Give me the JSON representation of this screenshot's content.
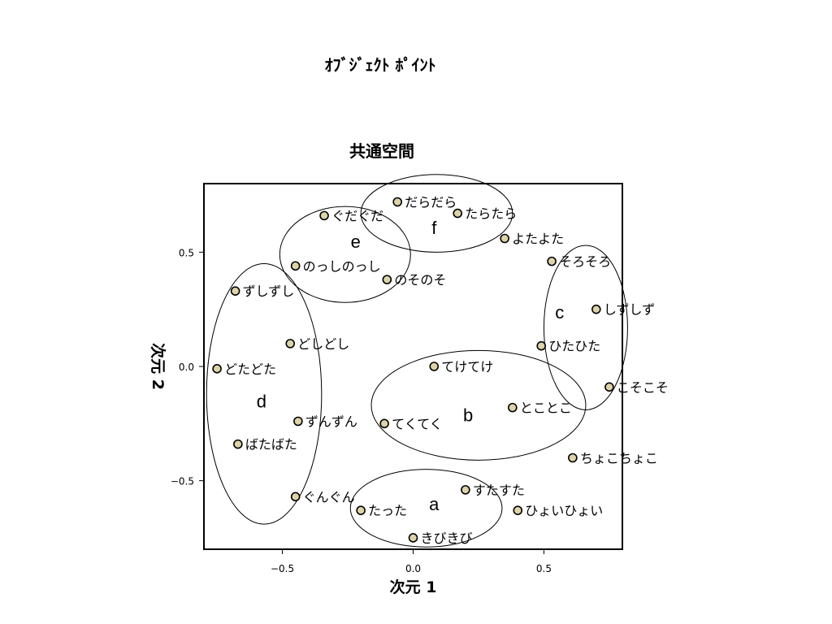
{
  "page_title": "ｵﾌﾞｼﾞｪｸﾄ ﾎﾟｲﾝﾄ",
  "chart_data": {
    "type": "scatter",
    "title": "共通空間",
    "xlabel": "次元 1",
    "ylabel": "次元 2",
    "xlim": [
      -0.8,
      0.8
    ],
    "ylim": [
      -0.8,
      0.8
    ],
    "xticks": [
      -0.5,
      0.0,
      0.5
    ],
    "yticks": [
      -0.5,
      0.0,
      0.5
    ],
    "xtick_labels": [
      "−0.5",
      "0.0",
      "0.5"
    ],
    "ytick_labels": [
      "−0.5",
      "0.0",
      "0.5"
    ],
    "grid": false,
    "marker_fill": "#ddd3a8",
    "points": [
      {
        "label": "だらだら",
        "x": -0.06,
        "y": 0.72
      },
      {
        "label": "ぐだぐだ",
        "x": -0.34,
        "y": 0.66
      },
      {
        "label": "たらたら",
        "x": 0.17,
        "y": 0.67
      },
      {
        "label": "よたよた",
        "x": 0.35,
        "y": 0.56
      },
      {
        "label": "のっしのっし",
        "x": -0.45,
        "y": 0.44
      },
      {
        "label": "そろそろ",
        "x": 0.53,
        "y": 0.46
      },
      {
        "label": "のそのそ",
        "x": -0.1,
        "y": 0.38
      },
      {
        "label": "ずしずし",
        "x": -0.68,
        "y": 0.33
      },
      {
        "label": "しずしず",
        "x": 0.7,
        "y": 0.25
      },
      {
        "label": "どしどし",
        "x": -0.47,
        "y": 0.1
      },
      {
        "label": "ひたひた",
        "x": 0.49,
        "y": 0.09
      },
      {
        "label": "どたどた",
        "x": -0.75,
        "y": -0.01
      },
      {
        "label": "てけてけ",
        "x": 0.08,
        "y": 0.0
      },
      {
        "label": "こそこそ",
        "x": 0.75,
        "y": -0.09
      },
      {
        "label": "とことこ",
        "x": 0.38,
        "y": -0.18
      },
      {
        "label": "ずんずん",
        "x": -0.44,
        "y": -0.24
      },
      {
        "label": "てくてく",
        "x": -0.11,
        "y": -0.25
      },
      {
        "label": "ばたばた",
        "x": -0.67,
        "y": -0.34
      },
      {
        "label": "ちょこちょこ",
        "x": 0.61,
        "y": -0.4
      },
      {
        "label": "すたすた",
        "x": 0.2,
        "y": -0.54
      },
      {
        "label": "ぐんぐん",
        "x": -0.45,
        "y": -0.57
      },
      {
        "label": "たった",
        "x": -0.2,
        "y": -0.63
      },
      {
        "label": "ひょいひょい",
        "x": 0.4,
        "y": -0.63
      },
      {
        "label": "きびきび",
        "x": 0.0,
        "y": -0.75
      }
    ],
    "clusters": [
      {
        "label": "a",
        "cx": 0.05,
        "cy": -0.62,
        "rx": 0.29,
        "ry": 0.17
      },
      {
        "label": "b",
        "cx": 0.25,
        "cy": -0.17,
        "rx": 0.41,
        "ry": 0.24
      },
      {
        "label": "c",
        "cx": 0.66,
        "cy": 0.17,
        "rx": 0.16,
        "ry": 0.36
      },
      {
        "label": "d",
        "cx": -0.57,
        "cy": -0.12,
        "rx": 0.22,
        "ry": 0.57
      },
      {
        "label": "e",
        "cx": -0.26,
        "cy": 0.49,
        "rx": 0.25,
        "ry": 0.21
      },
      {
        "label": "f",
        "cx": 0.09,
        "cy": 0.67,
        "rx": 0.29,
        "ry": 0.17
      }
    ],
    "cluster_label_pos": [
      {
        "label": "a",
        "x": 0.08,
        "y": -0.63
      },
      {
        "label": "b",
        "x": 0.21,
        "y": -0.24
      },
      {
        "label": "c",
        "x": 0.56,
        "y": 0.21
      },
      {
        "label": "d",
        "x": -0.58,
        "y": -0.18
      },
      {
        "label": "e",
        "x": -0.22,
        "y": 0.52
      },
      {
        "label": "f",
        "x": 0.08,
        "y": 0.58
      }
    ]
  }
}
